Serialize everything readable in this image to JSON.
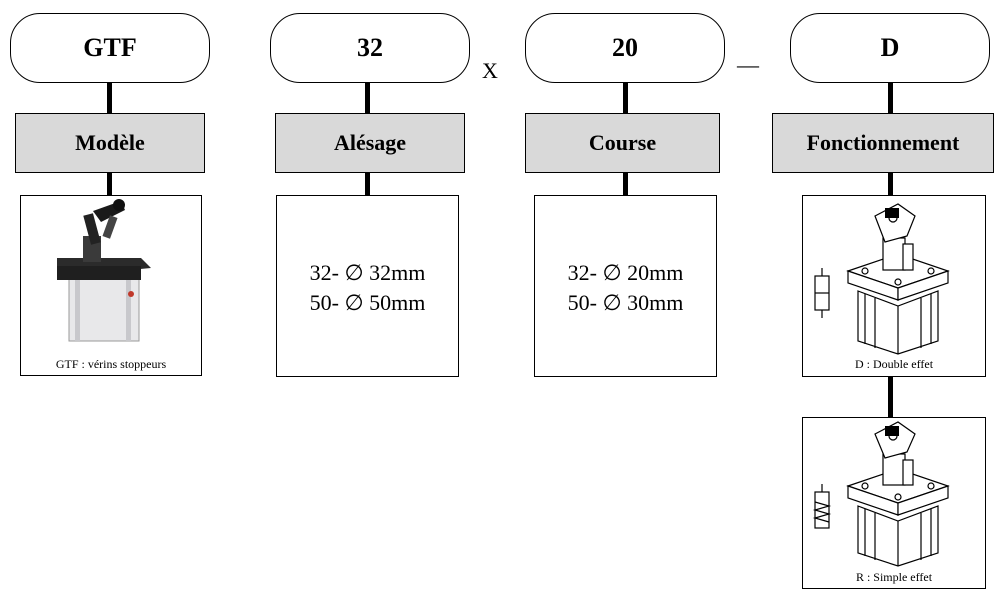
{
  "segments": [
    {
      "code": "GTF",
      "label": "Modèle",
      "caption": "GTF : vérins stoppeurs"
    },
    {
      "code": "32",
      "label": "Alésage",
      "options": [
        "32- ∅ 32mm",
        "50- ∅ 50mm"
      ]
    },
    {
      "code": "20",
      "label": "Course",
      "options": [
        "32- ∅ 20mm",
        "50- ∅ 30mm"
      ]
    },
    {
      "code": "D",
      "label": "Fonctionnement",
      "variants": [
        {
          "caption": "D : Double effet"
        },
        {
          "caption": "R : Simple effet"
        }
      ]
    }
  ],
  "separators": [
    "X",
    "—"
  ]
}
